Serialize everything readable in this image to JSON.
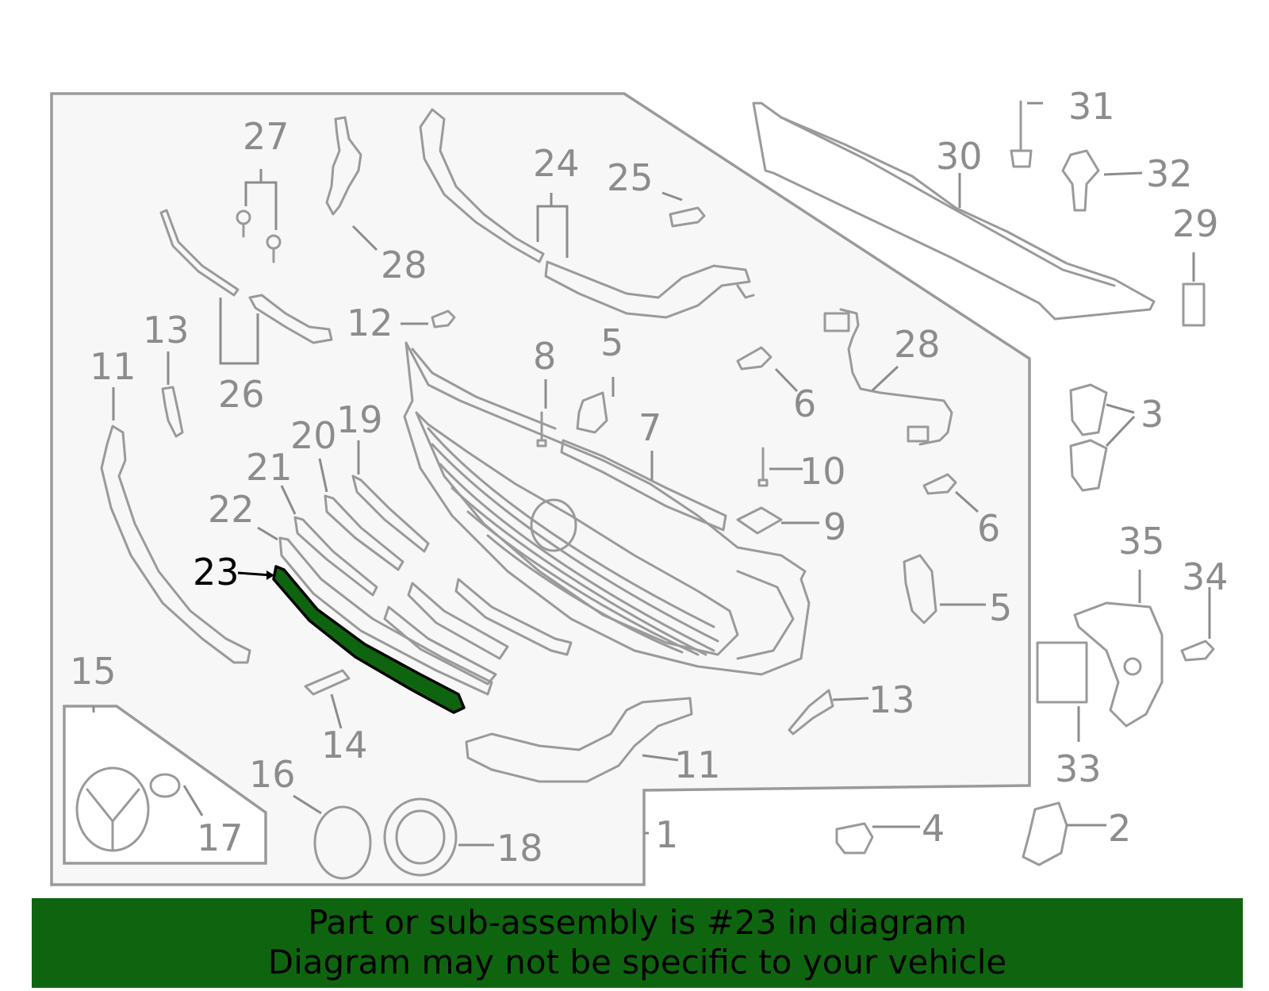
{
  "diagram": {
    "highlight_color": "#0f650f",
    "highlighted_part": "23",
    "callouts": [
      {
        "id": "c1",
        "text": "1"
      },
      {
        "id": "c2",
        "text": "2"
      },
      {
        "id": "c3",
        "text": "3"
      },
      {
        "id": "c4",
        "text": "4"
      },
      {
        "id": "c5a",
        "text": "5"
      },
      {
        "id": "c5b",
        "text": "5"
      },
      {
        "id": "c6a",
        "text": "6"
      },
      {
        "id": "c6b",
        "text": "6"
      },
      {
        "id": "c7",
        "text": "7"
      },
      {
        "id": "c8",
        "text": "8"
      },
      {
        "id": "c9",
        "text": "9"
      },
      {
        "id": "c10",
        "text": "10"
      },
      {
        "id": "c11a",
        "text": "11"
      },
      {
        "id": "c11b",
        "text": "11"
      },
      {
        "id": "c12",
        "text": "12"
      },
      {
        "id": "c13a",
        "text": "13"
      },
      {
        "id": "c13b",
        "text": "13"
      },
      {
        "id": "c14",
        "text": "14"
      },
      {
        "id": "c15",
        "text": "15"
      },
      {
        "id": "c16",
        "text": "16"
      },
      {
        "id": "c17",
        "text": "17"
      },
      {
        "id": "c18",
        "text": "18"
      },
      {
        "id": "c19",
        "text": "19"
      },
      {
        "id": "c20",
        "text": "20"
      },
      {
        "id": "c21",
        "text": "21"
      },
      {
        "id": "c22",
        "text": "22"
      },
      {
        "id": "c23",
        "text": "23"
      },
      {
        "id": "c24",
        "text": "24"
      },
      {
        "id": "c25",
        "text": "25"
      },
      {
        "id": "c26",
        "text": "26"
      },
      {
        "id": "c27",
        "text": "27"
      },
      {
        "id": "c28a",
        "text": "28"
      },
      {
        "id": "c28b",
        "text": "28"
      },
      {
        "id": "c29",
        "text": "29"
      },
      {
        "id": "c30",
        "text": "30"
      },
      {
        "id": "c31",
        "text": "31"
      },
      {
        "id": "c32",
        "text": "32"
      },
      {
        "id": "c33",
        "text": "33"
      },
      {
        "id": "c34",
        "text": "34"
      },
      {
        "id": "c35",
        "text": "35"
      }
    ]
  },
  "banner": {
    "line1": "Part or sub-assembly is #23 in diagram",
    "line2": "Diagram may not be specific to your vehicle",
    "color": "#0f650f"
  }
}
